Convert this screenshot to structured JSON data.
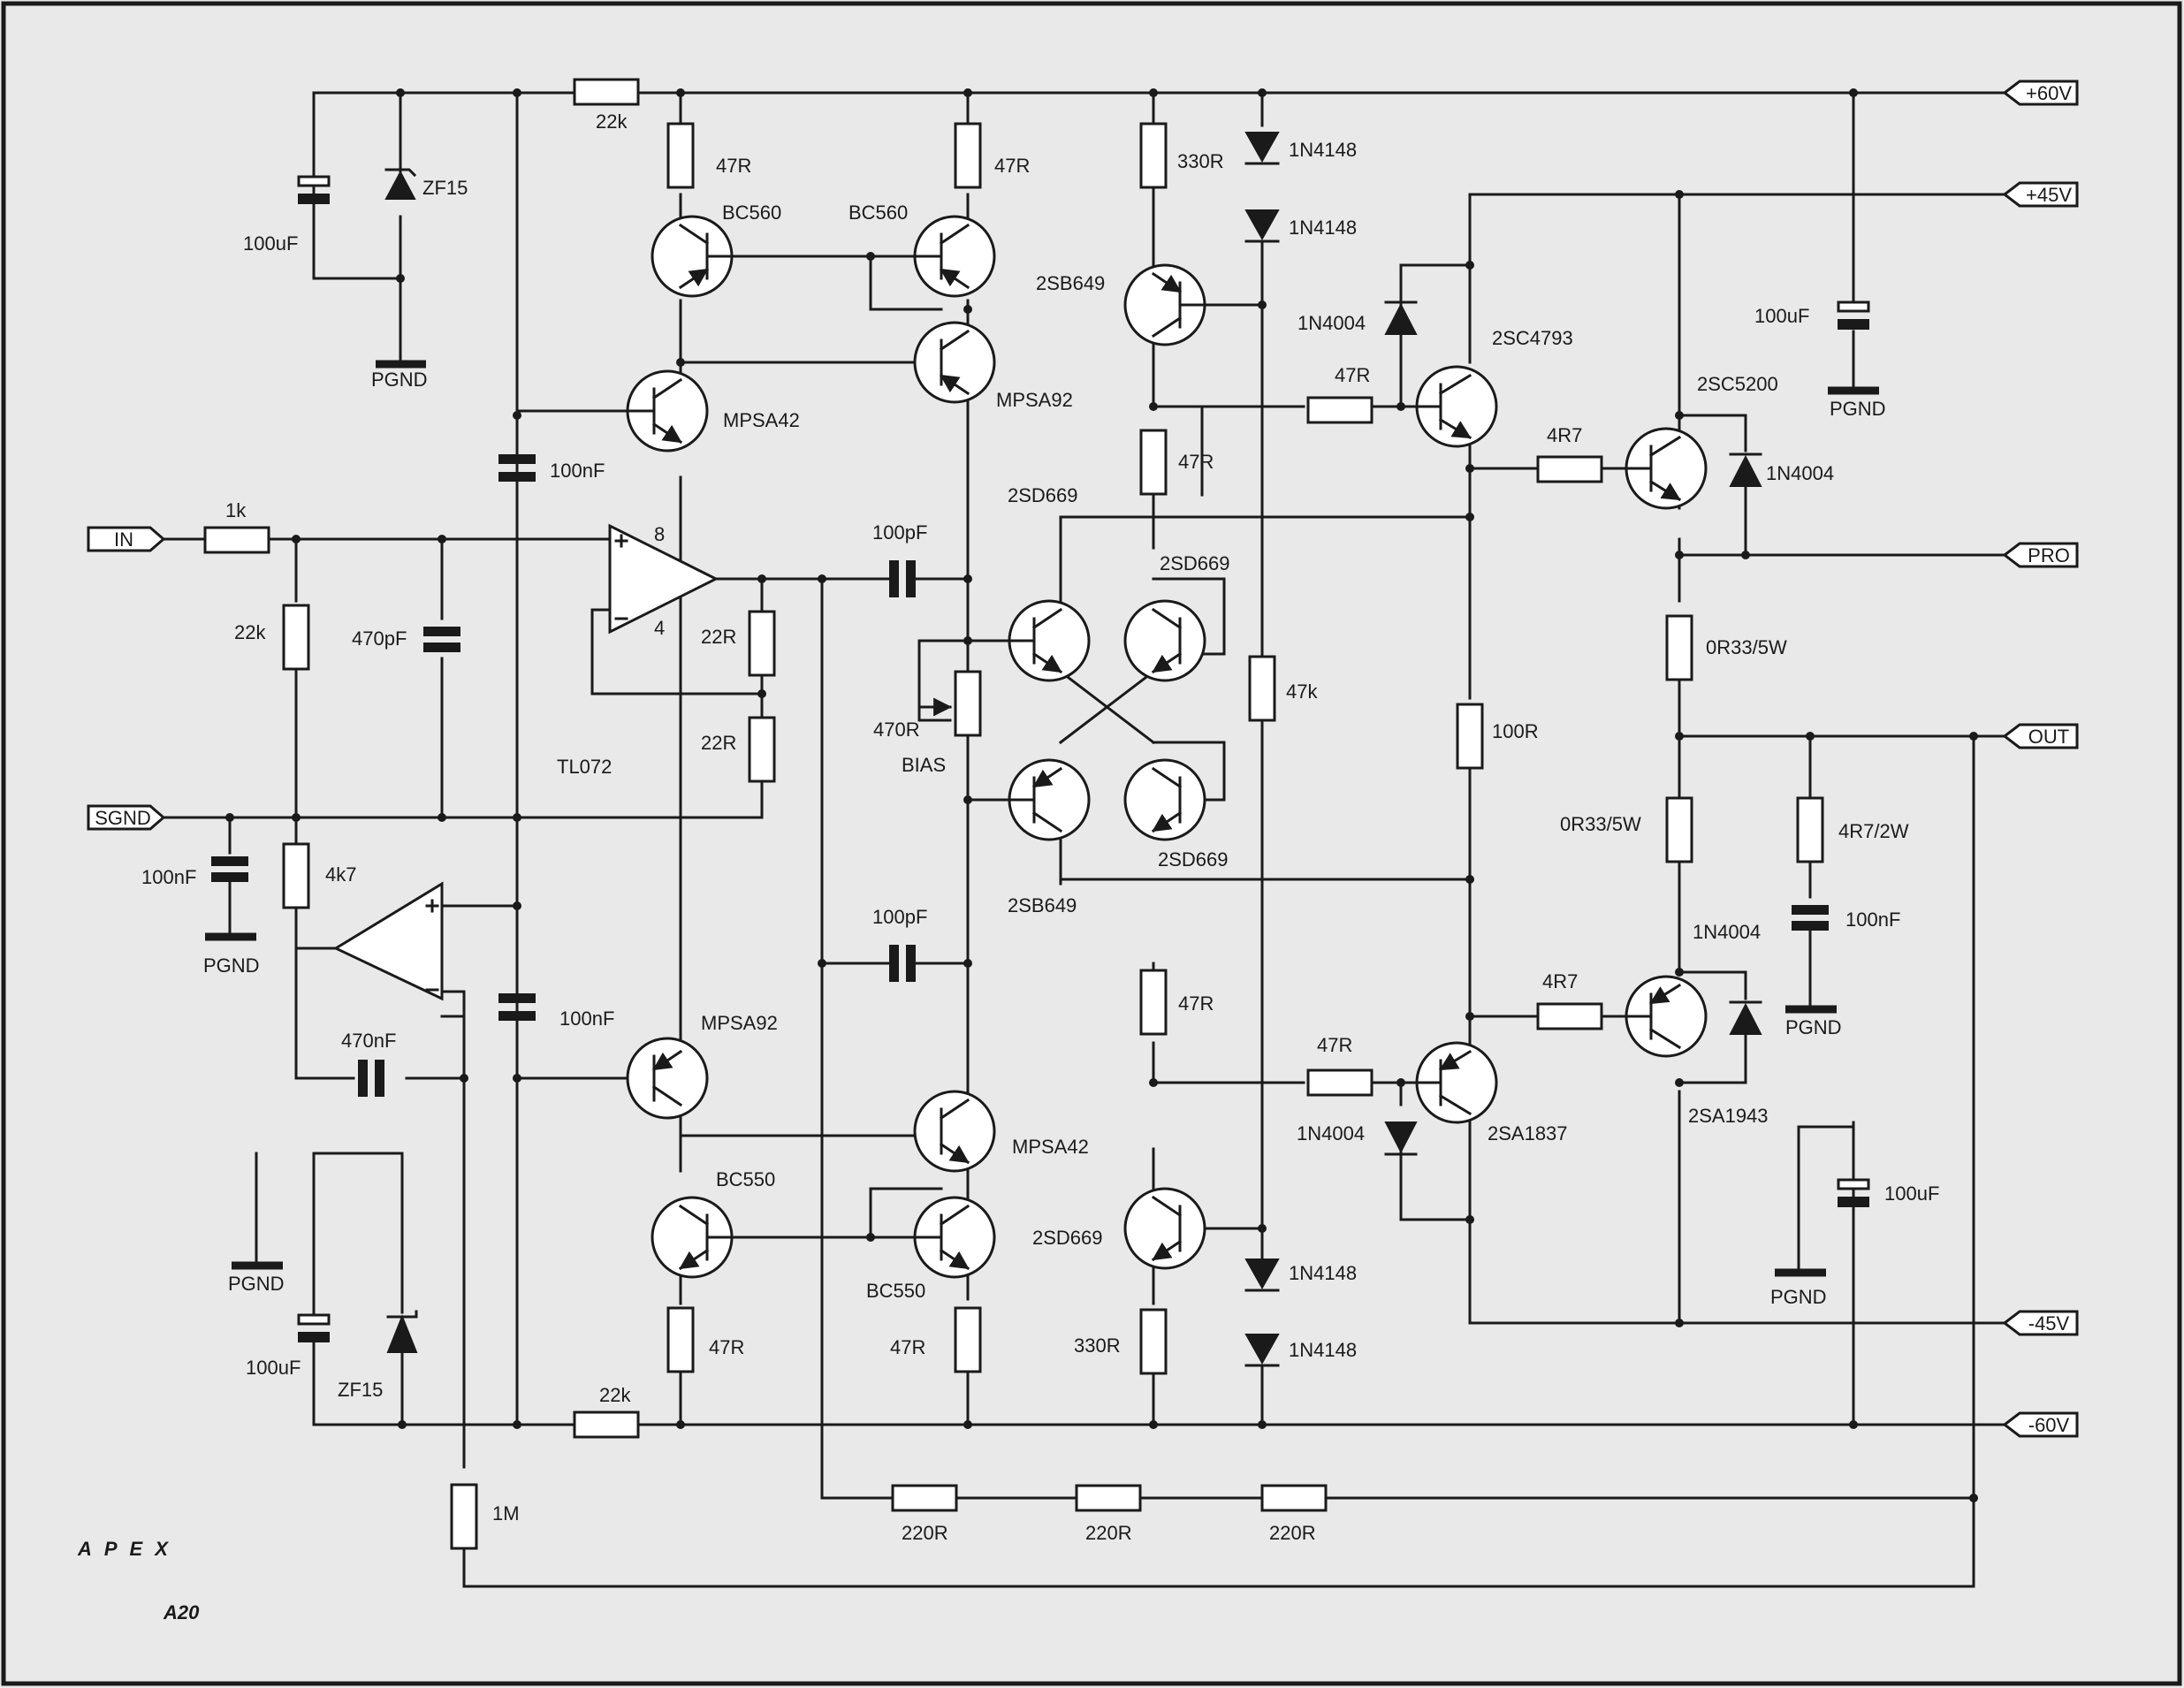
{
  "brand": {
    "logo": "APEX",
    "model": "A20"
  },
  "ports": {
    "p60": "+60V",
    "p45": "+45V",
    "pro": "PRO",
    "out": "OUT",
    "n45": "-45V",
    "n60": "-60V",
    "in": "IN",
    "sgnd": "SGND"
  },
  "labels": {
    "r22k_top": "22k",
    "r47r_a": "47R",
    "r47r_b": "47R",
    "q_bc560_l": "BC560",
    "q_bc560_r": "BC560",
    "c100uf_tl": "100uF",
    "z_zf15_t": "ZF15",
    "pgnd_tl": "PGND",
    "q_mpsa42_t": "MPSA42",
    "q_mpsa92_t": "MPSA92",
    "c100nf_t": "100nF",
    "r1k": "1k",
    "r22k_in": "22k",
    "c470pf": "470pF",
    "op8": "8",
    "op4": "4",
    "r22r_a": "22R",
    "r22r_b": "22R",
    "tl072": "TL072",
    "c100nf_sg": "100nF",
    "pgnd_sg": "PGND",
    "r4k7": "4k7",
    "c100nf_m": "100nF",
    "c470nf": "470nF",
    "q_mpsa92_b": "MPSA92",
    "q_bc550_l": "BC550",
    "q_mpsa42_b": "MPSA42",
    "q_bc550_r": "BC550",
    "pgnd_bl": "PGND",
    "c100uf_bl": "100uF",
    "z_zf15_b": "ZF15",
    "r47r_c": "47R",
    "r47r_d": "47R",
    "r22k_bot": "22k",
    "r1m": "1M",
    "r220r_a": "220R",
    "r220r_b": "220R",
    "r220r_c": "220R",
    "c100pf_t": "100pF",
    "c100pf_b": "100pF",
    "q_2sd669_lbl": "2SD669",
    "r470r": "470R",
    "bias": "BIAS",
    "q_2sb649_lbl": "2SB649",
    "r330r_t": "330R",
    "d1n4148_a": "1N4148",
    "d1n4148_b": "1N4148",
    "q_2sb649_t": "2SB649",
    "r47r_e": "47R",
    "q_2sd669_m1": "2SD669",
    "q_2sd669_m2": "2SD669",
    "r47k": "47k",
    "r47r_f": "47R",
    "q_2sd669_b": "2SD669",
    "r330r_b": "330R",
    "d1n4148_c": "1N4148",
    "d1n4148_d": "1N4148",
    "d1n4004_a": "1N4004",
    "r47r_g": "47R",
    "q_2sc4793": "2SC4793",
    "r100r": "100R",
    "r47r_h": "47R",
    "d1n4004_b": "1N4004",
    "q_2sa1837": "2SA1837",
    "r4r7_a": "4R7",
    "q_2sc5200": "2SC5200",
    "d1n4004_c": "1N4004",
    "c100uf_r": "100uF",
    "pgnd_r": "PGND",
    "r0r33_a": "0R33/5W",
    "r0r33_b": "0R33/5W",
    "r4r7_2w": "4R7/2W",
    "c100nf_r": "100nF",
    "pgnd_r2": "PGND",
    "d1n4004_d": "1N4004",
    "r4r7_b": "4R7",
    "q_2sa1943": "2SA1943",
    "c100uf_br": "100uF",
    "pgnd_br": "PGND"
  }
}
